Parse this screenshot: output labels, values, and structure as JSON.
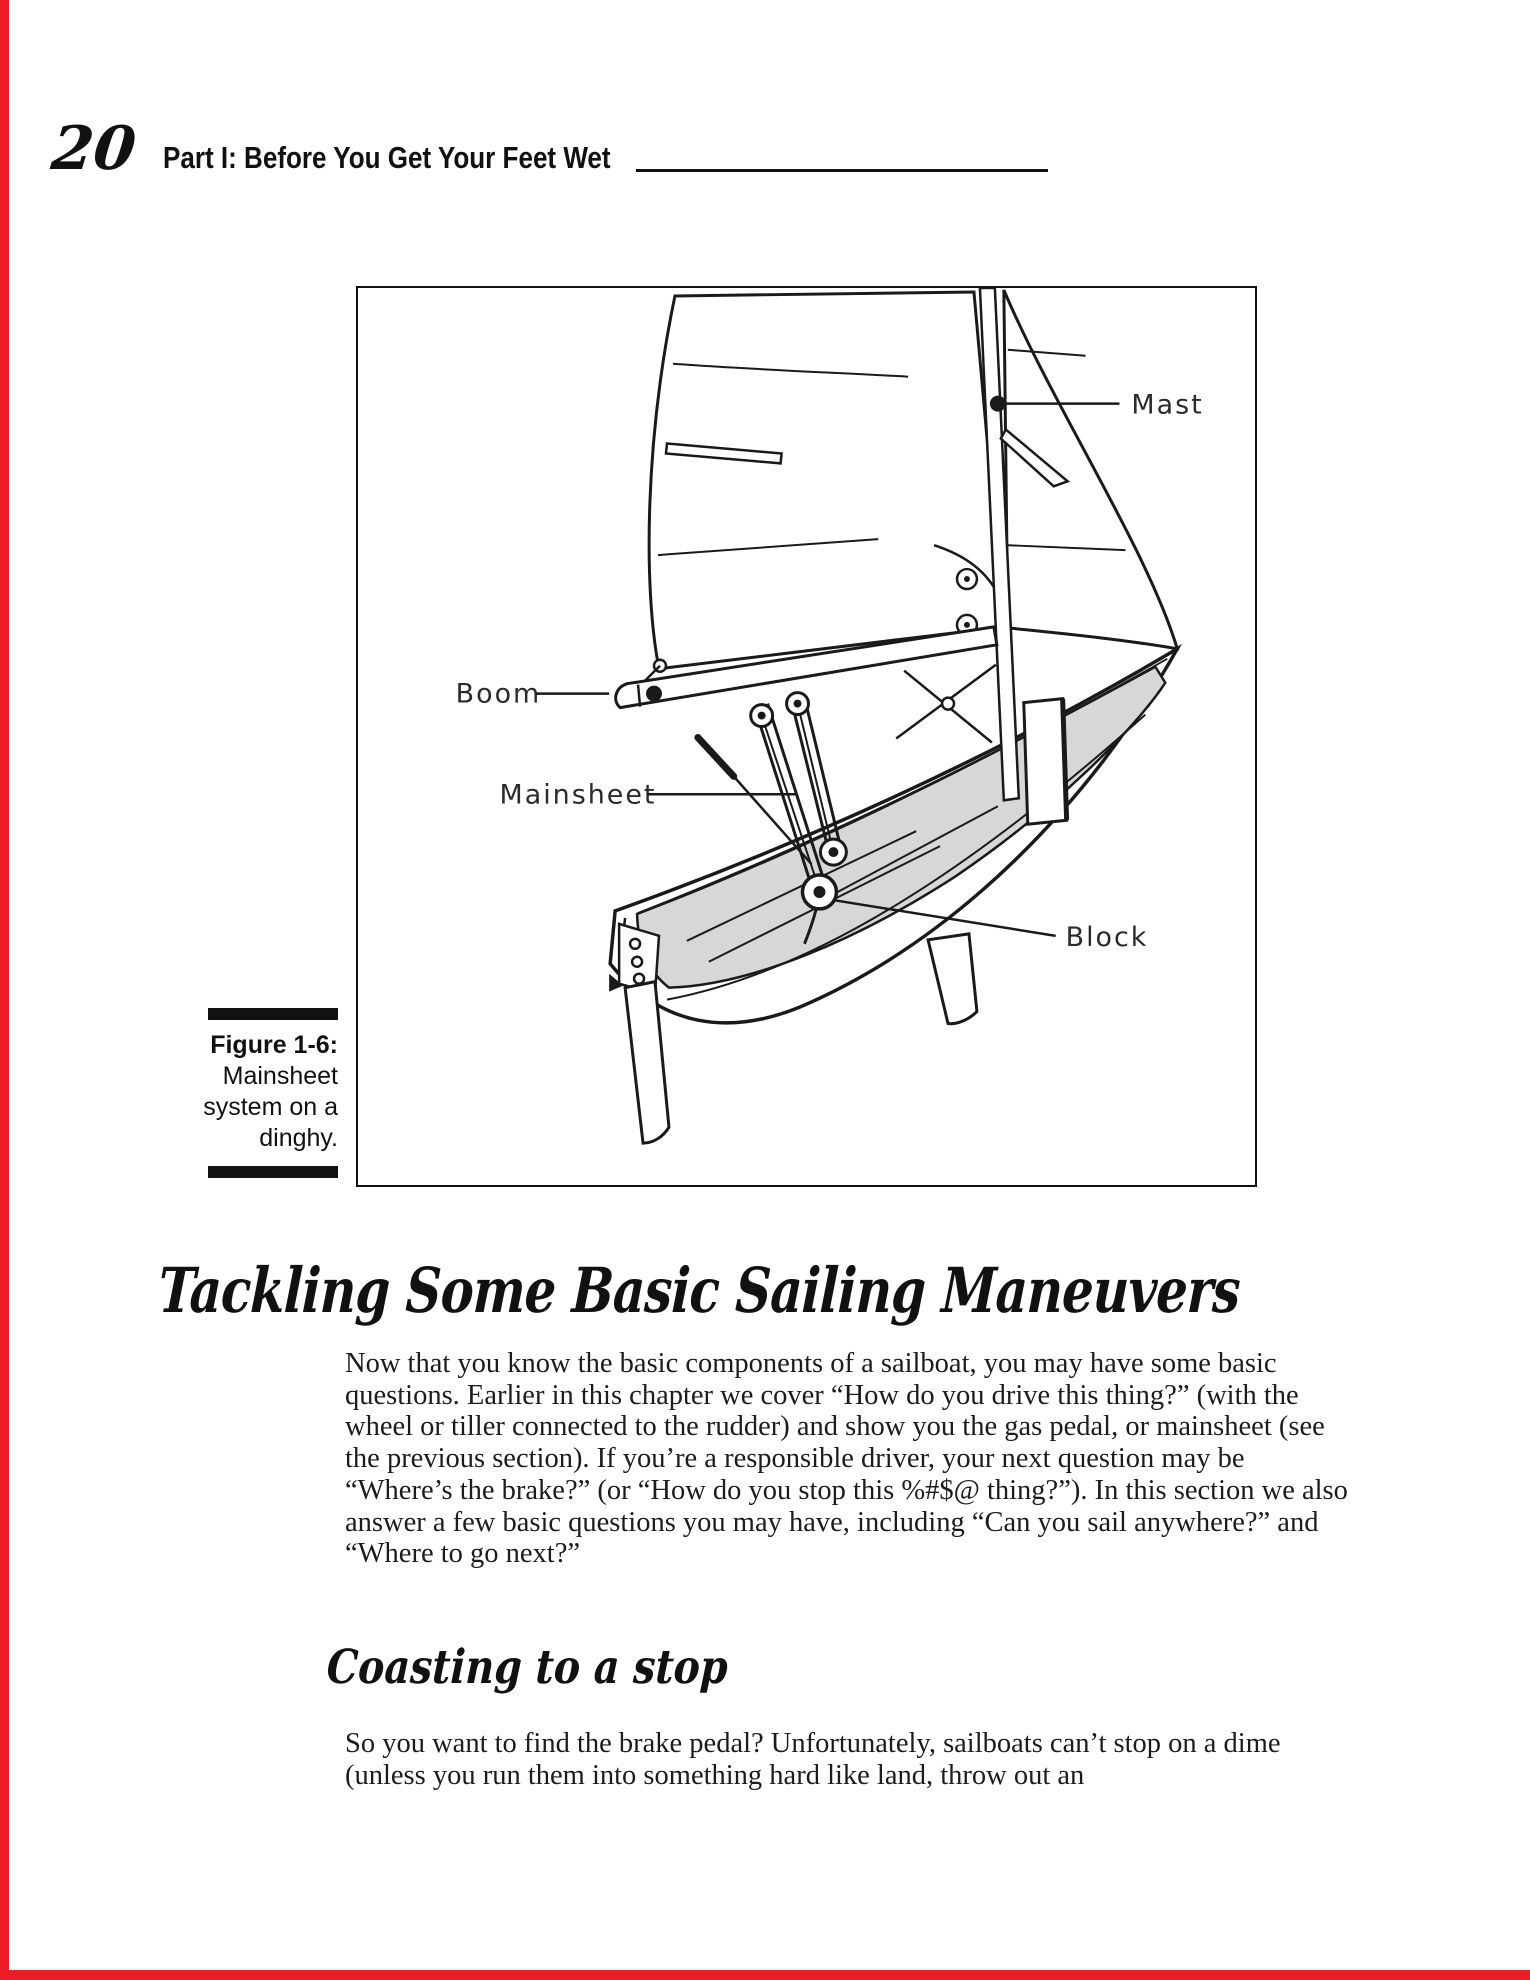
{
  "accent": {
    "red": "#ee1c25",
    "ink": "#111111"
  },
  "header": {
    "page_number": "20",
    "running_title": "Part I: Before You Get Your Feet Wet"
  },
  "figure": {
    "caption_label": "Figure 1-6:",
    "caption_lines": [
      "Mainsheet",
      "system on a",
      "dinghy."
    ],
    "labels": {
      "mast": "Mast",
      "boom": "Boom",
      "mainsheet": "Mainsheet",
      "block": "Block"
    }
  },
  "content": {
    "section_heading": "Tackling Some Basic Sailing Maneuvers",
    "section_paragraph": "Now that you know the basic components of a sailboat, you may have some basic questions. Earlier in this chapter we cover “How do you drive this thing?” (with the wheel or tiller connected to the rudder) and show you the gas pedal, or mainsheet (see the previous section). If you’re a responsible driver, your next question may be “Where’s the brake?” (or “How do you stop this %#$@ thing?”). In this section we also answer a few basic questions you may have, including “Can you sail anywhere?” and “Where to go next?”",
    "subsection_heading": "Coasting to a stop",
    "subsection_paragraph": "So you want to find the brake pedal? Unfortunately, sailboats can’t stop on a dime (unless you run them into something hard like land, throw out an"
  }
}
